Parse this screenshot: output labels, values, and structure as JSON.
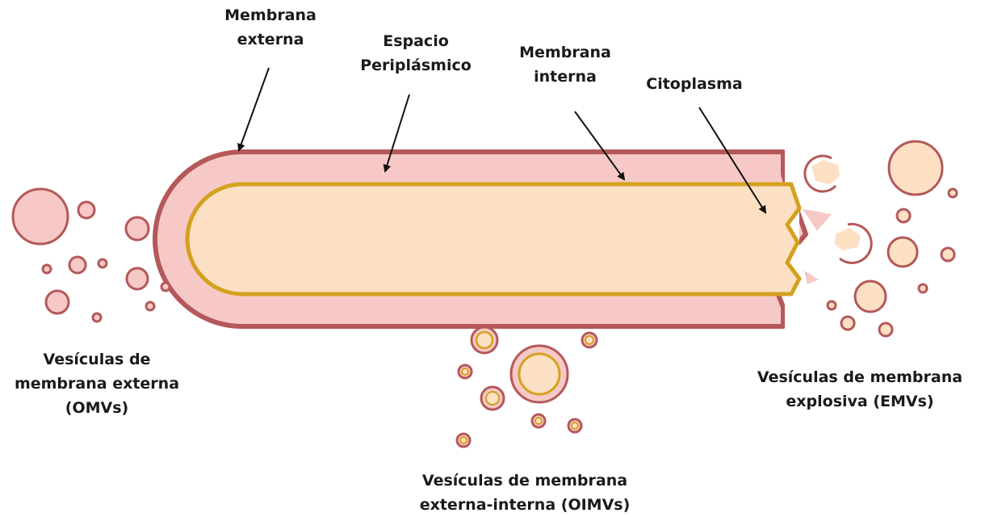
{
  "labels": {
    "outer_membrane": [
      "Membrana",
      "externa"
    ],
    "periplasm": [
      "Espacio",
      "Periplásmico"
    ],
    "inner_membrane": [
      "Membrana",
      "interna"
    ],
    "cytoplasm": "Citoplasma",
    "omvs": [
      "Vesículas de",
      "membrana externa",
      "(OMVs)"
    ],
    "oimvs": [
      "Vesículas de membrana",
      "externa-interna (OIMVs)"
    ],
    "emvs": [
      "Vesículas de membrana",
      "explosiva (EMVs)"
    ]
  },
  "colors": {
    "outer_membrane": "#b5585a",
    "periplasm": "#f6c9c6",
    "inner_membrane": "#d4a11e",
    "cytoplasm": "#fce0c4",
    "vesicle_fill": "#f6c9c6",
    "vesicle_stroke": "#b5585a",
    "arrow": "#111111"
  },
  "icons": [
    "arrow-icon"
  ]
}
